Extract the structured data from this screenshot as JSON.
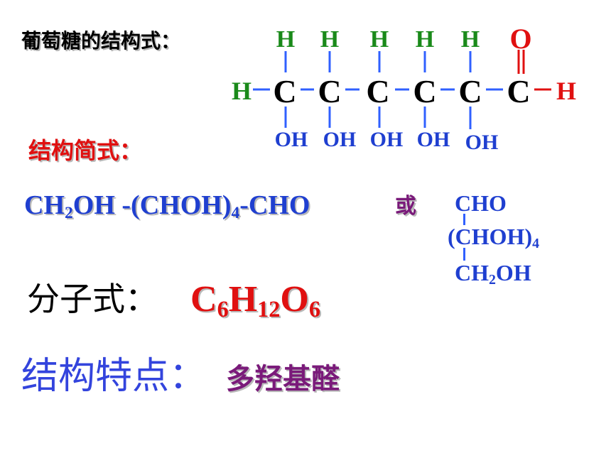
{
  "title": "葡萄糖的结构式：",
  "structural": {
    "top": [
      "H",
      "H",
      "H",
      "H",
      "H",
      "O"
    ],
    "carbons": [
      "C",
      "C",
      "C",
      "C",
      "C",
      "C"
    ],
    "left_h": "H",
    "right_h": "H",
    "bottom": [
      "OH",
      "OH",
      "OH",
      "OH",
      "OH"
    ]
  },
  "condensed": {
    "label": "结构简式：",
    "formula": {
      "p1": "CH",
      "s1": "2",
      "p2": "OH",
      "p3": "-(CHOH)",
      "s2": "4",
      "p4": "-CHO"
    },
    "or": "或",
    "vertical": {
      "l1": "CHO",
      "l2a": "(CHOH)",
      "l2s": "4",
      "l3a": "CH",
      "l3s": "2",
      "l3b": "OH"
    }
  },
  "molecular": {
    "label": "分子式：",
    "formula": {
      "e1": "C",
      "n1": "6",
      "e2": "H",
      "n2": "12",
      "e3": "O",
      "n3": "6"
    }
  },
  "feature": {
    "label": "结构特点：",
    "value": "多羟基醛"
  },
  "colors": {
    "green": "#1a8a1a",
    "red": "#e01010",
    "blue": "#1f3fd0",
    "purple": "#7a1a7a",
    "lineblue": "#3060ff"
  }
}
